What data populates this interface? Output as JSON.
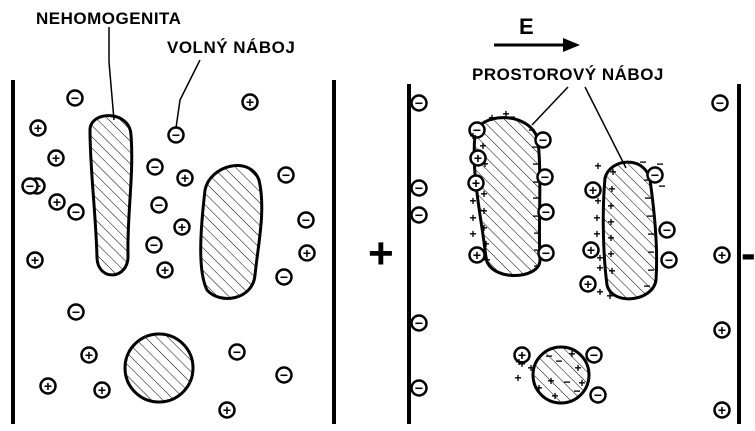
{
  "labels": {
    "inhomogeneity": "NEHOMOGENITA",
    "free_charge": "VOLNÝ NÁBOJ",
    "space_charge": "PROSTOROVÝ NÁBOJ",
    "field": "E",
    "anode": "+",
    "cathode": "-"
  },
  "glyphs": {
    "positive": "+",
    "negative": "−"
  }
}
